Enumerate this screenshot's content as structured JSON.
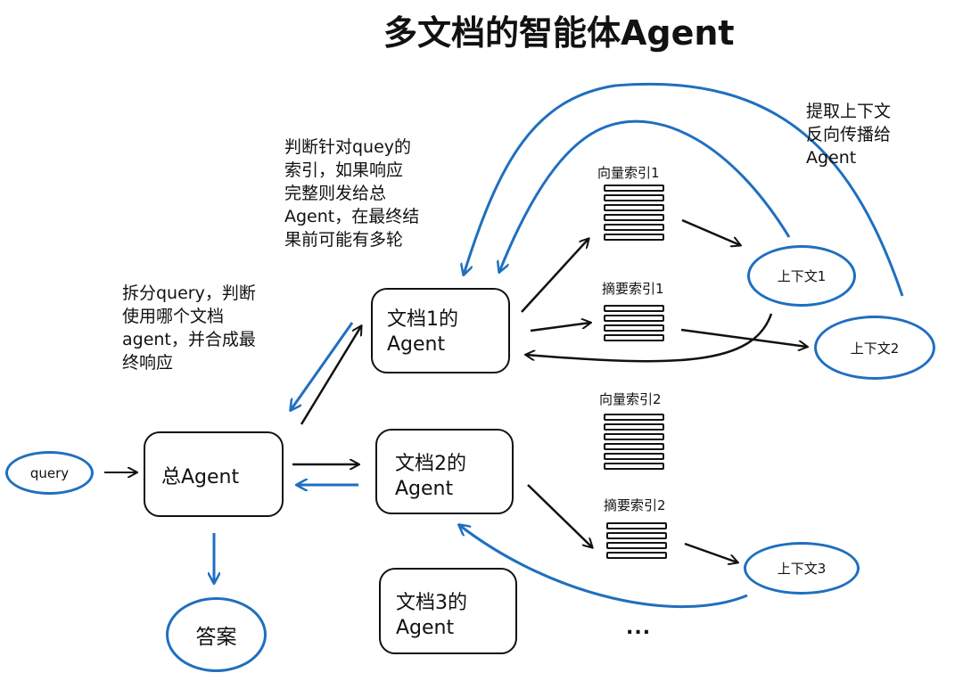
{
  "title": "多文档的智能体Agent",
  "notes": {
    "split": [
      "拆分query，判断",
      "使用哪个文档",
      "agent，并合成最",
      "终响应"
    ],
    "judge": [
      "判断针对quey的",
      "索引，如果响应",
      "完整则发给总",
      "Agent，在最终结",
      "果前可能有多轮"
    ],
    "extract": [
      "提取上下文",
      "反向传播给",
      "Agent"
    ]
  },
  "nodes": {
    "query": "query",
    "total_agent": "总Agent",
    "answer": "答案",
    "doc1_agent": [
      "文档1的",
      "Agent"
    ],
    "doc2_agent": [
      "文档2的",
      "Agent"
    ],
    "doc3_agent": [
      "文档3的",
      "Agent"
    ]
  },
  "indexes": {
    "vec1": "向量索引1",
    "sum1": "摘要索引1",
    "vec2": "向量索引2",
    "sum2": "摘要索引2"
  },
  "contexts": {
    "ctx1": "上下文1",
    "ctx2": "上下文2",
    "ctx3": "上下文3"
  },
  "ellipsis": "...",
  "colors": {
    "blue": "#1f6fbf",
    "black": "#111111"
  }
}
